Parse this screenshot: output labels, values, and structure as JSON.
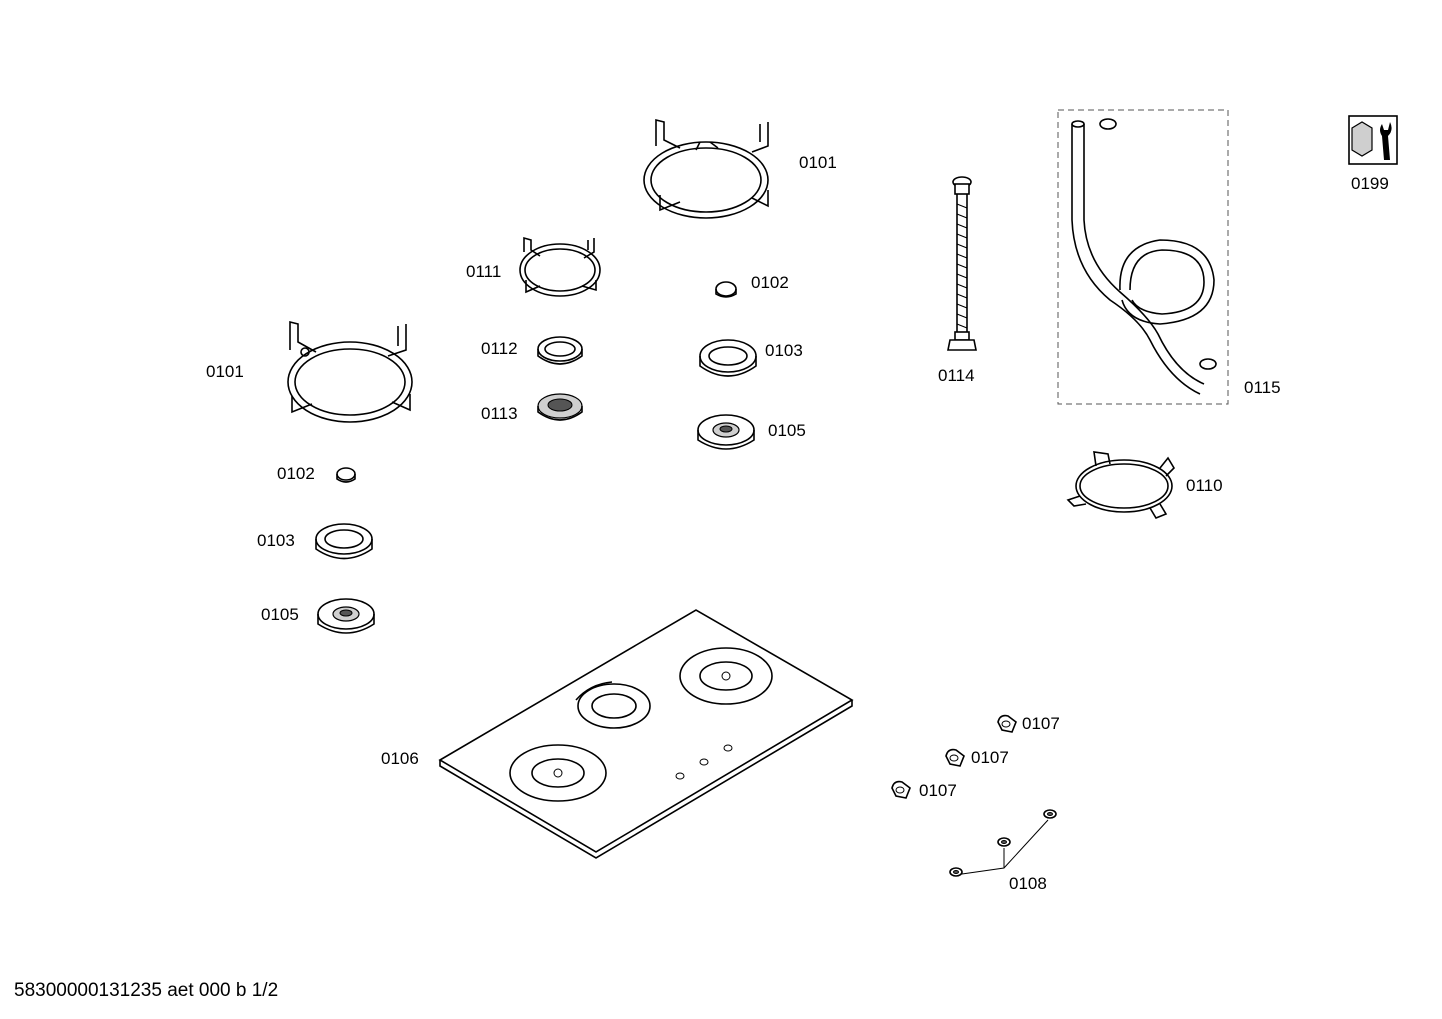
{
  "parts": [
    {
      "id": "pan-support-large-top",
      "label": "0101"
    },
    {
      "id": "pan-support-large-left",
      "label": "0101"
    },
    {
      "id": "burner-cap-top",
      "label": "0102"
    },
    {
      "id": "burner-cap-left",
      "label": "0102"
    },
    {
      "id": "flame-spreader-top",
      "label": "0103"
    },
    {
      "id": "flame-spreader-left",
      "label": "0103"
    },
    {
      "id": "burner-base-top",
      "label": "0105"
    },
    {
      "id": "burner-base-left",
      "label": "0105"
    },
    {
      "id": "hob-top",
      "label": "0106"
    },
    {
      "id": "knob-1",
      "label": "0107"
    },
    {
      "id": "knob-2",
      "label": "0107"
    },
    {
      "id": "knob-3",
      "label": "0107"
    },
    {
      "id": "knob-washers",
      "label": "0108"
    },
    {
      "id": "wok-ring",
      "label": "0110"
    },
    {
      "id": "pan-support-small",
      "label": "0111"
    },
    {
      "id": "small-spreader",
      "label": "0112"
    },
    {
      "id": "small-cap",
      "label": "0113"
    },
    {
      "id": "gas-hose",
      "label": "0114"
    },
    {
      "id": "connection-kit",
      "label": "0115"
    },
    {
      "id": "tool-kit",
      "label": "0199"
    }
  ],
  "footer": "58300000131235 aet 000 b 1/2",
  "icons": {
    "tool_kit": "wrench-nut-icon"
  }
}
